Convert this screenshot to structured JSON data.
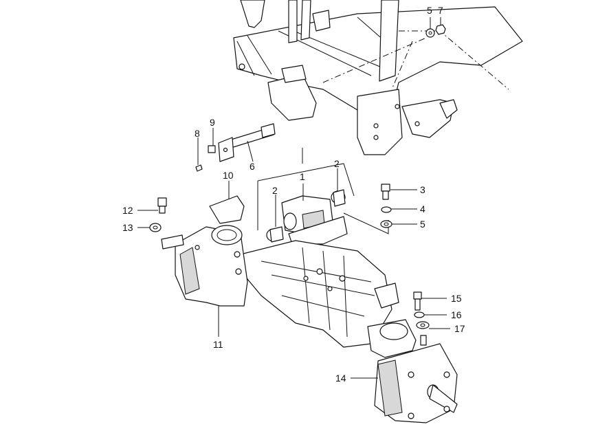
{
  "callouts": [
    "1",
    "2",
    "2",
    "3",
    "4",
    "5",
    "5",
    "6",
    "7",
    "8",
    "9",
    "10",
    "11",
    "12",
    "13",
    "14",
    "15",
    "16",
    "17"
  ]
}
